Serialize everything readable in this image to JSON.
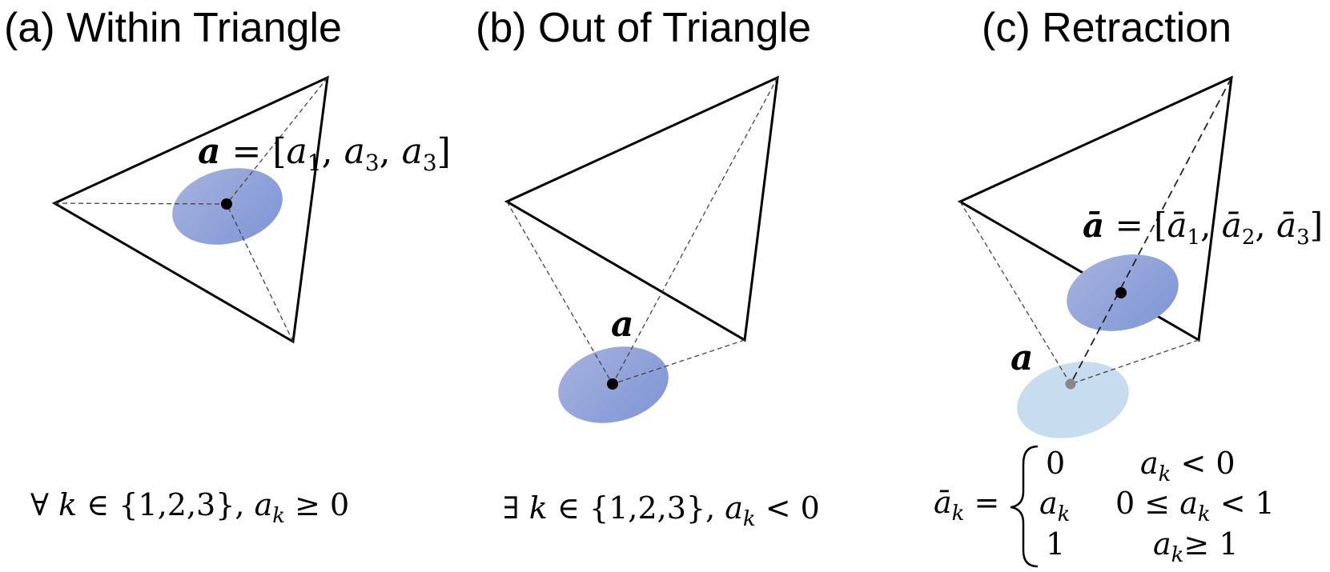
{
  "panels": [
    {
      "title": "(a) Within Triangle",
      "point_label": {
        "bold": "a",
        "rest_prefix": " = [",
        "items": [
          [
            "a",
            "1"
          ],
          [
            "a",
            "3"
          ],
          [
            "a",
            "3"
          ]
        ],
        "suffix": "]"
      },
      "condition": {
        "quantifier": "∀",
        "var": "k",
        "set_text": " ∈ {1,2,3}, ",
        "lhs": "a",
        "sub": "k",
        "op": " ≥ 0"
      }
    },
    {
      "title": "(b) Out of Triangle",
      "point_label": {
        "bold": "a"
      },
      "condition": {
        "quantifier": "∃",
        "var": "k",
        "set_text": " ∈ {1,2,3}, ",
        "lhs": "a",
        "sub": "k",
        "op": " < 0"
      }
    },
    {
      "title": "(c) Retraction",
      "point_label": {
        "bold": "ā",
        "rest_prefix": " = [",
        "items": [
          [
            "ā",
            "1"
          ],
          [
            "ā",
            "2"
          ],
          [
            "ā",
            "3"
          ]
        ],
        "suffix": "]"
      },
      "original_label": "a",
      "piecewise": {
        "lhs": "ā",
        "lhs_sub": "k",
        "eq": "=",
        "cases": [
          {
            "value": "0",
            "value_sub": "",
            "cond_lhs": "a",
            "cond_sub": "k",
            "cond_pre": "",
            "cond_op": " < 0"
          },
          {
            "value": "a",
            "value_sub": "k",
            "cond_lhs": "a",
            "cond_sub": "k",
            "cond_pre": "0 ≤ ",
            "cond_op": " < 1"
          },
          {
            "value": "1",
            "value_sub": "",
            "cond_lhs": "a",
            "cond_sub": "k",
            "cond_pre": "",
            "cond_op": "≥ 1"
          }
        ]
      }
    }
  ],
  "colors": {
    "ellipse_dark_start": "#a6b2de",
    "ellipse_dark_end": "#7e95d6",
    "ellipse_light": "#c7dcef",
    "point": "#000000",
    "point_faded": "#888888"
  }
}
